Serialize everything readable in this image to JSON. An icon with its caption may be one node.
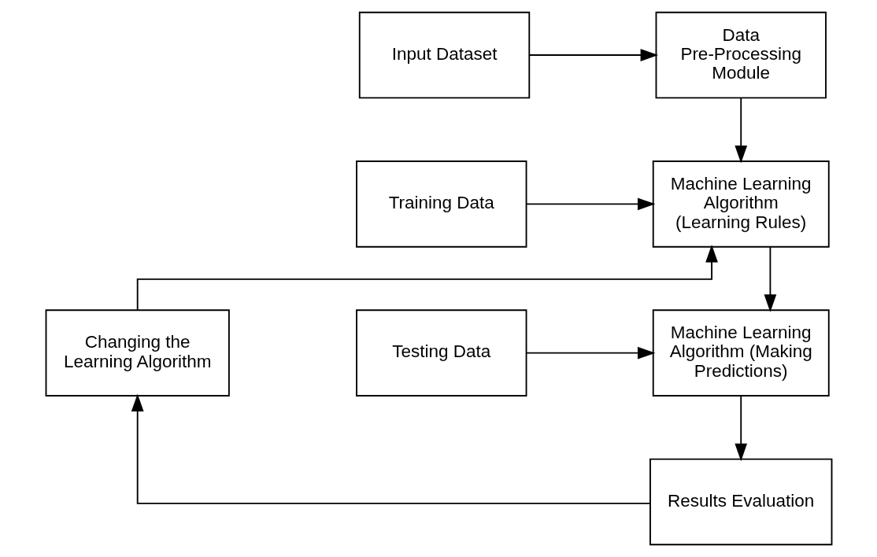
{
  "diagram": {
    "nodes": [
      {
        "text": [
          "Input Dataset"
        ]
      },
      {
        "text": [
          "Data Pre-Processing Module"
        ]
      },
      {
        "text": [
          "Training Data"
        ]
      },
      {
        "text": [
          "Machine Learning Algorithm (Learning Rules)"
        ]
      },
      {
        "text": [
          "Testing Data"
        ]
      },
      {
        "text": [
          "Machine Learning Algorithm (Making Predictions)"
        ]
      },
      {
        "text": [
          "Results Evaluation"
        ]
      },
      {
        "text": [
          "Changing the Learning Algorithm"
        ]
      }
    ],
    "edges": [
      {
        "from": 0,
        "to": 1,
        "arrow": "to"
      },
      {
        "from": 1,
        "to": 3,
        "arrow": "to"
      },
      {
        "from": 2,
        "to": 3,
        "arrow": "to"
      },
      {
        "from": 3,
        "to": 5,
        "arrow": "to"
      },
      {
        "from": 4,
        "to": 5,
        "arrow": "to"
      },
      {
        "from": 5,
        "to": 6,
        "arrow": "to"
      },
      {
        "from": 6,
        "to": 7,
        "arrow": "to"
      },
      {
        "from": 7,
        "to": 3,
        "arrow": "to"
      }
    ]
  }
}
